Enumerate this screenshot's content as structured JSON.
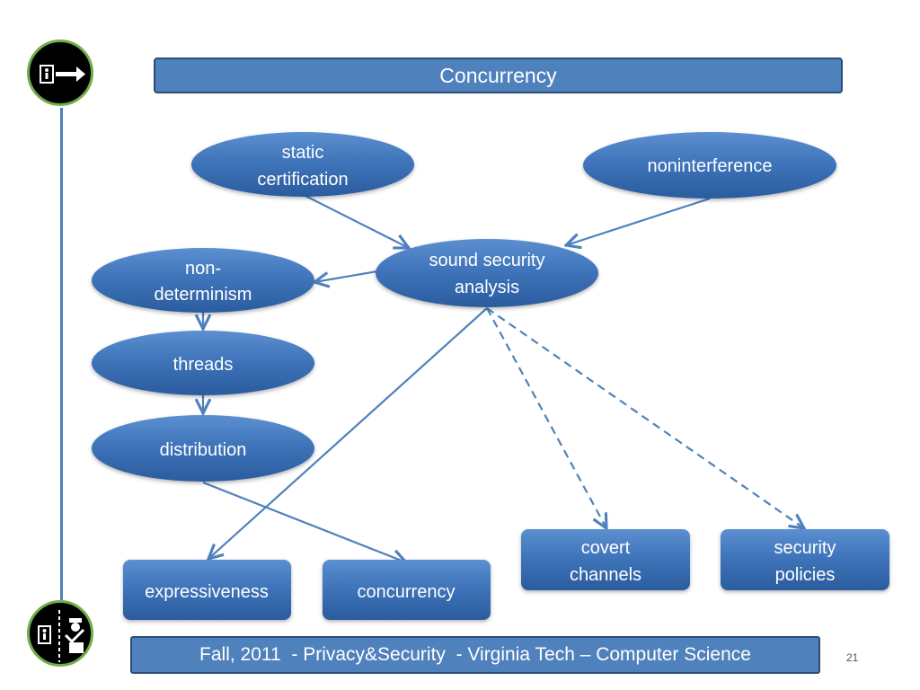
{
  "title": "Concurrency",
  "footer": "Fall, 2011  - Privacy&Security  - Virginia Tech – Computer Science",
  "page_number": "21",
  "icons": {
    "top": "document-arrow-icon",
    "bottom": "document-guard-icon"
  },
  "colors": {
    "node_fill": "#4f81bd",
    "node_dark": "#2c5d9a",
    "line": "#4f81bd",
    "ring": "#6fae48"
  },
  "nodes": {
    "static": [
      "static",
      "certification"
    ],
    "nonint": [
      "noninterference"
    ],
    "sound": [
      "sound security",
      "analysis"
    ],
    "nondet": [
      "non-",
      "determinism"
    ],
    "threads": [
      "threads"
    ],
    "distribution": [
      "distribution"
    ],
    "expressiveness": [
      "expressiveness"
    ],
    "concurrency": [
      "concurrency"
    ],
    "covert": [
      "covert",
      "channels"
    ],
    "policies": [
      "security",
      "policies"
    ]
  }
}
